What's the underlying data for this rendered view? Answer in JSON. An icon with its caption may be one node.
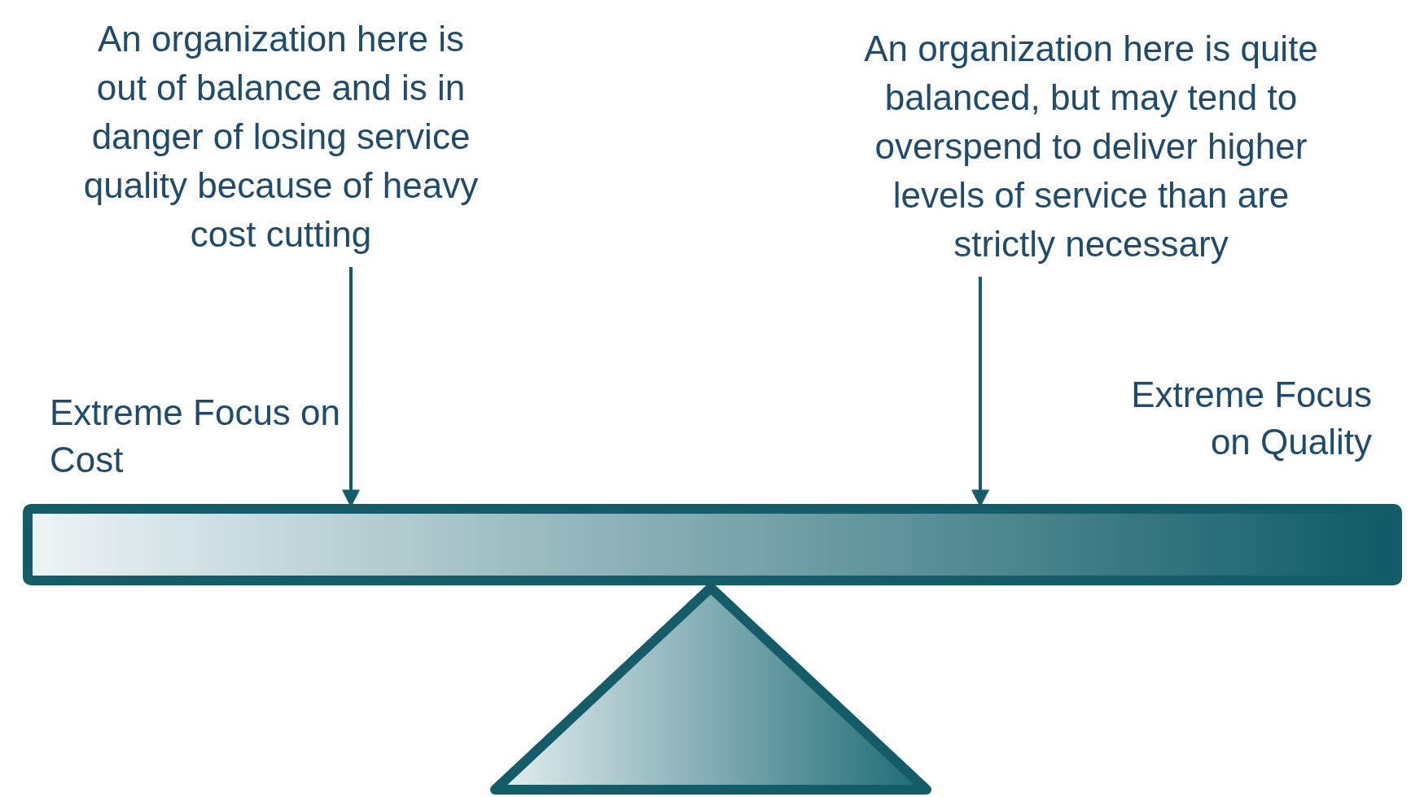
{
  "diagram": {
    "nodes": [
      {
        "text": [
          "An organization here is out of balance and is in danger of losing service quality because of heavy cost cutting"
        ]
      },
      {
        "text": [
          "An organization here is quite balanced, but may tend to overspend to deliver higher levels of service than are strictly necessary"
        ]
      },
      {
        "text": [],
        "shape": "bar"
      },
      {
        "text": [],
        "shape": "triangle"
      }
    ],
    "edges": [
      {
        "from": 0,
        "to": 2,
        "arrow": "to"
      },
      {
        "from": 1,
        "to": 2,
        "arrow": "to"
      }
    ],
    "labels": [
      "Extreme Focus on Cost",
      "Extreme Focus on Quality"
    ]
  }
}
